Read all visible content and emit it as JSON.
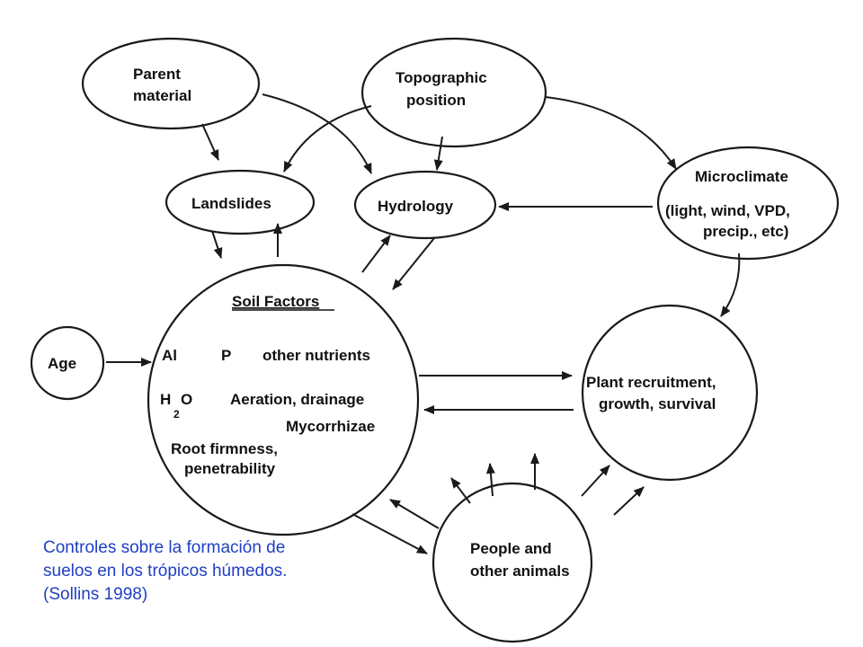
{
  "nodes": {
    "parent_material": [
      "Parent",
      "material"
    ],
    "topographic_position": [
      "Topographic",
      "position"
    ],
    "landslides": "Landslides",
    "hydrology": "Hydrology",
    "microclimate": [
      "Microclimate",
      "(light, wind, VPD,",
      "precip., etc)"
    ],
    "age": "Age",
    "soil_factors": {
      "title": "Soil Factors",
      "al": "Al",
      "p": "P",
      "other_nutrients": "other nutrients",
      "h2o_h": "H",
      "h2o_sub": "2",
      "h2o_o": "O",
      "aeration": "Aeration, drainage",
      "mycorrhizae": "Mycorrhizae",
      "root": [
        "Root firmness,",
        "penetrability"
      ]
    },
    "plant": [
      "Plant recruitment,",
      "growth, survival"
    ],
    "people": [
      "People and",
      "other animals"
    ]
  },
  "caption": [
    "Controles sobre la formación de",
    "suelos en los trópicos húmedos.",
    "(Sollins 1998)"
  ]
}
